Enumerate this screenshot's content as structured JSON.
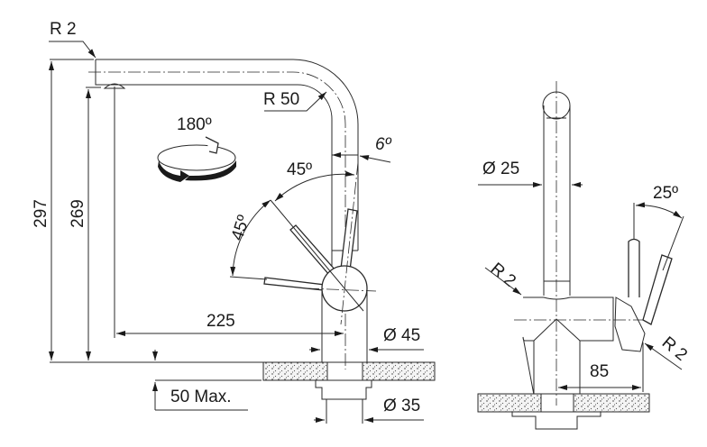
{
  "drawing": {
    "side_view": {
      "spout_tip_radius": "R 2",
      "bend_radius": "R 50",
      "rotation": "180º",
      "height_total": "297",
      "height_outlet": "269",
      "reach": "225",
      "lever_angle_forward": "6º",
      "lever_angle_mid": "45º",
      "lever_angle_back": "45º",
      "base_diameter": "Ø 45",
      "shank_diameter": "Ø 35",
      "max_counter_thickness": "50 Max."
    },
    "front_view": {
      "spout_diameter": "Ø 25",
      "lever_angle": "25º",
      "body_radius_left": "R 2",
      "body_radius_right": "R 2",
      "lever_offset": "85"
    }
  }
}
